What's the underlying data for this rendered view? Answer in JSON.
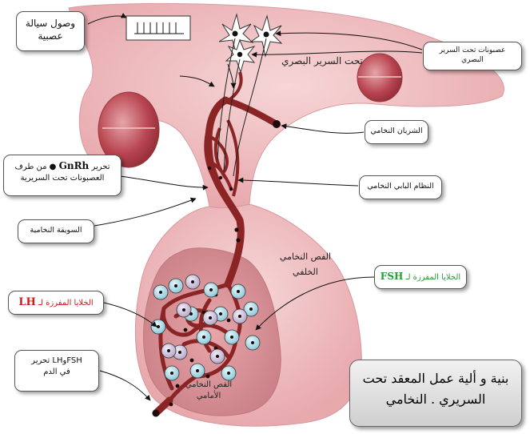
{
  "labels": {
    "neural_signal": "وصول سيالة عصبية",
    "hypothalamic_neurons": "عصبونات تحت السرير البصري",
    "hypothalamus": "تحت السرير البصري",
    "pituitary_artery": "الشريان النخامي",
    "gnrh_release_line1": "تحرير",
    "gnrh_name": "GnRh",
    "gnrh_release_line2": "من طرف",
    "gnrh_release_line3": "العصبونات تحت السريرية",
    "portal_system": "النظام البابي النخامي",
    "pituitary_stalk": "السويقة النخامية",
    "posterior_lobe": "الفص النخامي الخلفي",
    "fsh_cells_text": "الخلايا المفرزة لـ",
    "fsh_name": "FSH",
    "lh_cells_text": "الخلايا المفرزة لـ",
    "lh_name": "LH",
    "release_text": "تحرير",
    "release_hormones": "FSHوLH",
    "release_blood": "في الدم",
    "anterior_lobe": "الفص النخامي الأمامي"
  },
  "title": "بنية و ألية عمل المعقد تحت السريري . النخامي",
  "colors": {
    "tissue": "#f2c4c6",
    "tissue_dark": "#cf8e93",
    "vessel": "#8b2424",
    "fsh_cell": "#a9d8e4",
    "lh_cell": "#cbbfd9",
    "fsh_label": "#2a9a3a",
    "lh_label": "#d11b1b"
  }
}
